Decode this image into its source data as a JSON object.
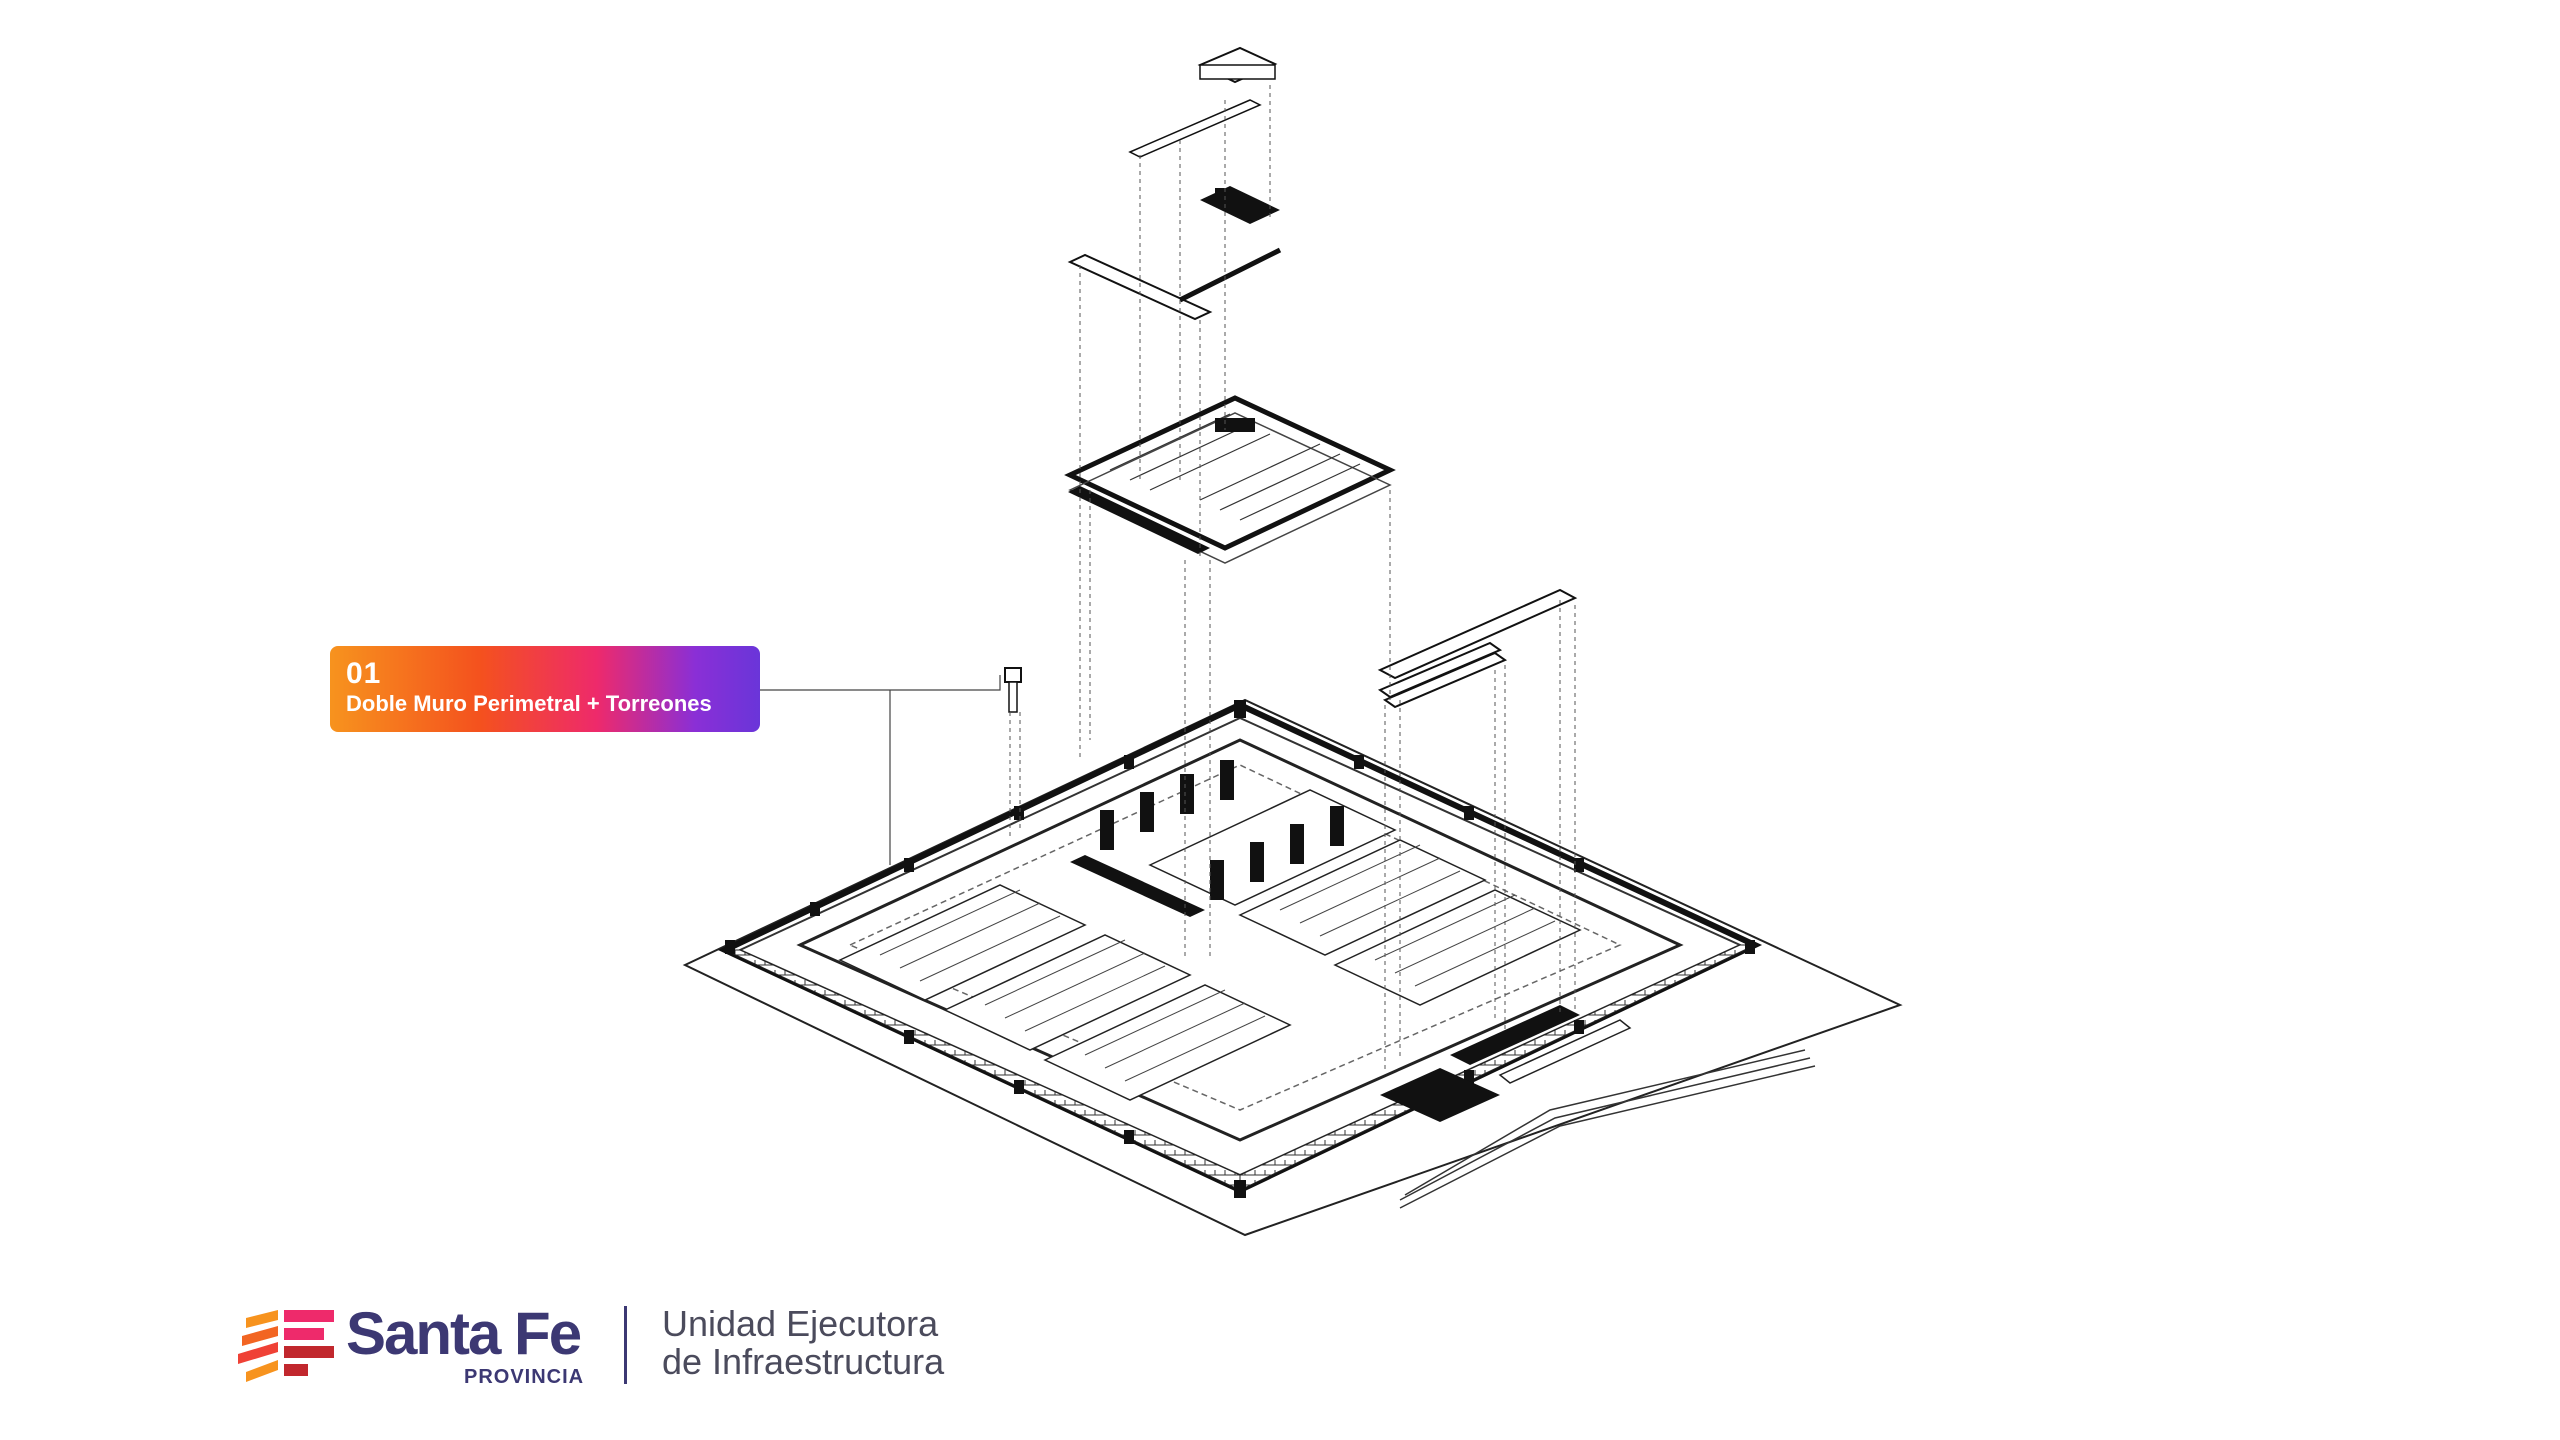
{
  "callout": {
    "number": "01",
    "label": "Doble Muro Perimetral + Torreones"
  },
  "brand": {
    "name": "Santa Fe",
    "subtitle": "PROVINCIA",
    "unit_line1": "Unidad Ejecutora",
    "unit_line2": "de Infraestructura"
  },
  "colors": {
    "gradient_start": "#f7931e",
    "gradient_end": "#6a35d9",
    "brand_navy": "#3c3873"
  }
}
